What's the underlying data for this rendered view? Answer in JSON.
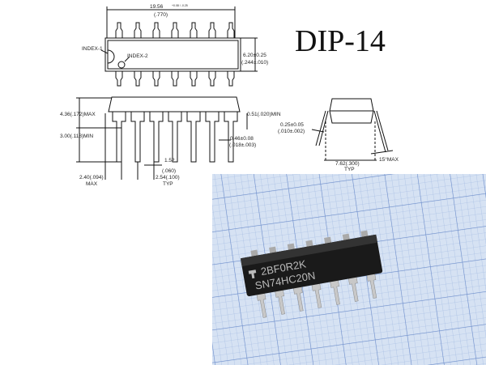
{
  "title": "DIP-14",
  "top_view": {
    "length": "19.56",
    "length_tol": "+0.08 / -0.25",
    "length_in": "(.770)",
    "width": "6.20±0.25",
    "width_in": "(.244±.010)",
    "index1": "INDEX-1",
    "index2": "INDEX-2"
  },
  "side_view": {
    "height_max": "4.36(.172)MAX",
    "lead_len_min": "3.00(.118)MIN",
    "standoff_min": "0.51(.020)MIN",
    "lead_width": "0.46±0.08",
    "lead_width_in": "(.018±.003)",
    "shoulder": "1.52",
    "shoulder_in": "(.060)",
    "end_offset": "2.40(.094)",
    "end_offset_note": "MAX",
    "pitch": "2.54(.100)",
    "pitch_note": "TYP"
  },
  "end_view": {
    "lead_thickness": "0.25±0.05",
    "lead_thickness_in": "(.010±.002)",
    "row_spacing": "7.62(.300)",
    "row_spacing_note": "TYP",
    "angle": "15°MAX"
  },
  "photo": {
    "marking_line1": "2BF0R2K",
    "marking_line2": "SN74HC20N",
    "grid_color": "#7f9fd6",
    "paper_color": "#d6e2f3",
    "chip_color": "#1a1a1a"
  }
}
